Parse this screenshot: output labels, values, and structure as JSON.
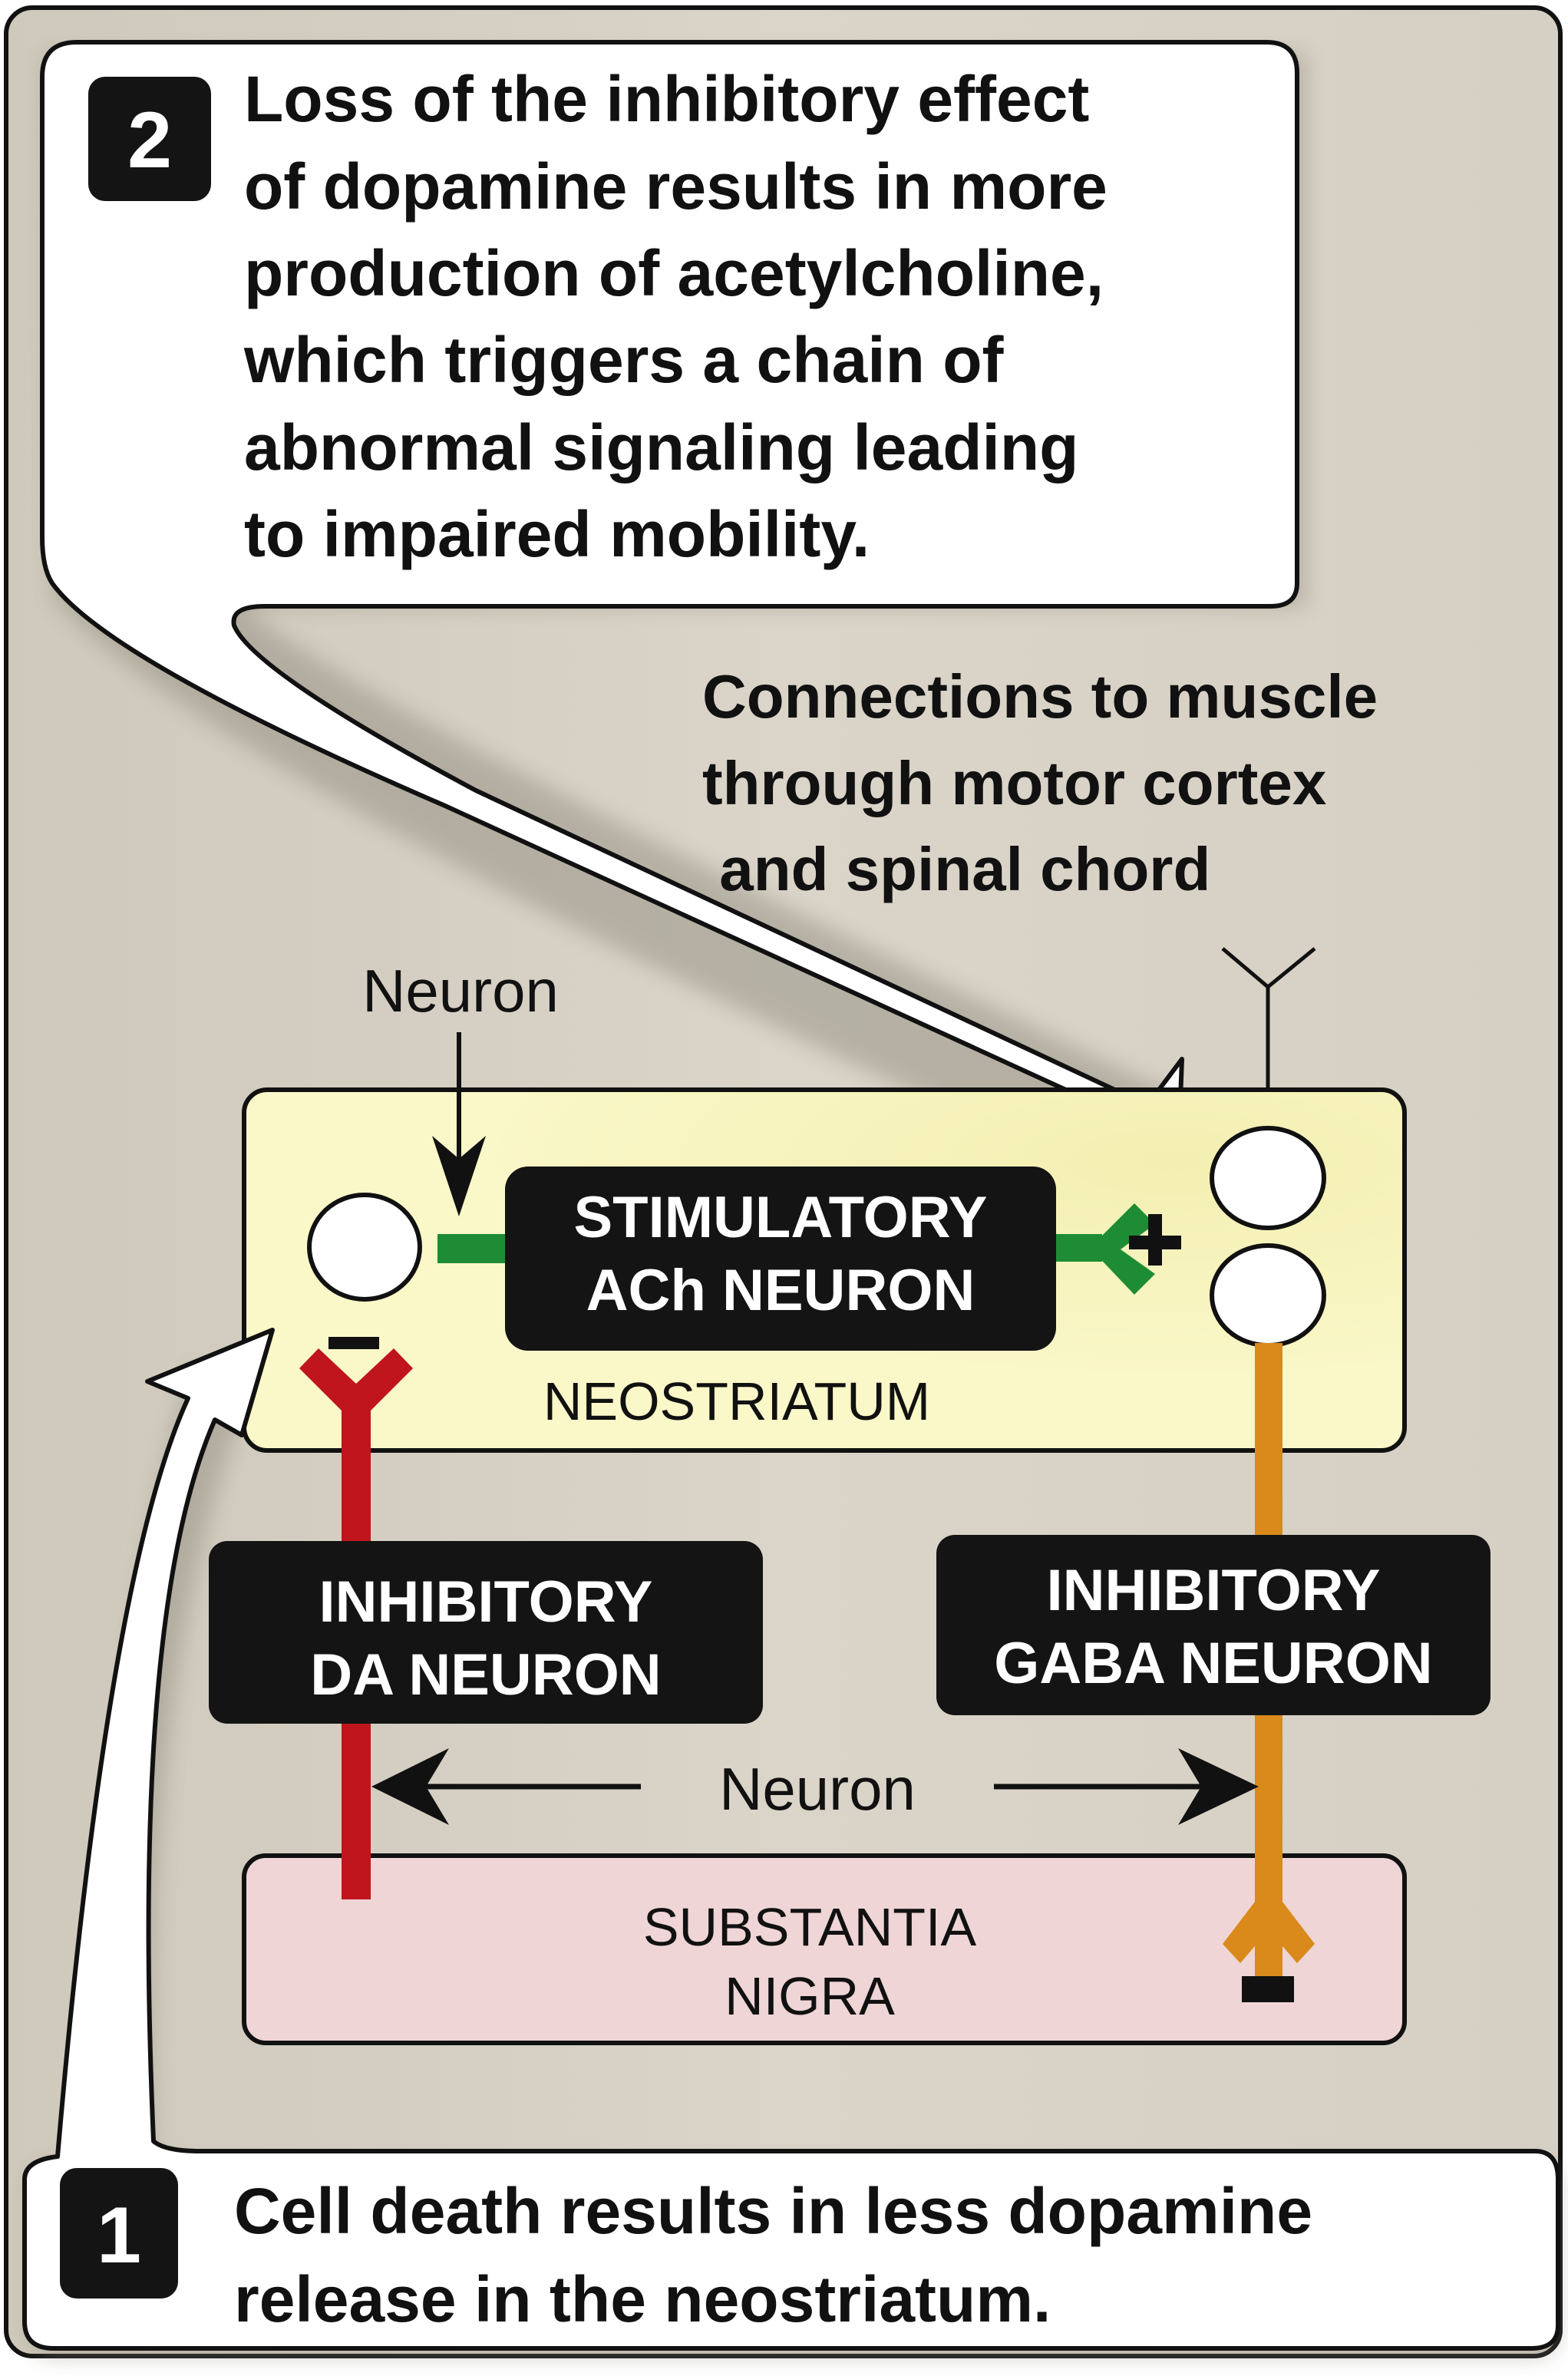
{
  "callout_2": {
    "step_number": "2",
    "lines": [
      "Loss of the inhibitory effect",
      "of dopamine results in more",
      "production of acetylcholine,",
      "which triggers a chain of",
      "abnormal signaling leading",
      "to impaired mobility."
    ]
  },
  "callout_1": {
    "step_number": "1",
    "lines": [
      "Cell death results in less dopamine",
      "release in the neostriatum."
    ]
  },
  "muscle_connection": {
    "lines": [
      "Connections to muscle",
      "through motor cortex",
      " and spinal chord"
    ]
  },
  "labels": {
    "neuron_top": "Neuron",
    "neuron_middle": "Neuron",
    "plus_sign": "+",
    "minus_sign": "-"
  },
  "regions": {
    "neostriatum": "NEOSTRIATUM",
    "substantia_nigra": [
      "SUBSTANTIA",
      "NIGRA"
    ]
  },
  "neurons": {
    "stimulatory_ach": [
      "STIMULATORY",
      "ACh NEURON"
    ],
    "inhibitory_da": [
      "INHIBITORY",
      "DA NEURON"
    ],
    "inhibitory_gaba": [
      "INHIBITORY",
      "GABA NEURON"
    ]
  },
  "colors": {
    "background": "#d9d3c8",
    "neostriatum_fill": "#f9f6c4",
    "substantia_nigra_fill": "#efd5d6",
    "ach_green": "#1e8c35",
    "da_red": "#c0151c",
    "gaba_orange": "#d98a1a",
    "neuron_box": "#141414"
  }
}
